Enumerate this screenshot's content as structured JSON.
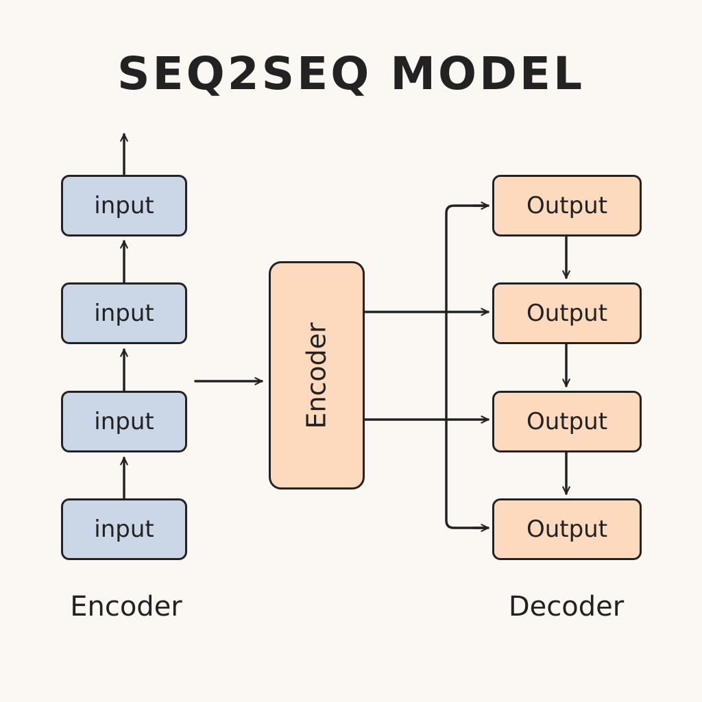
{
  "title": "SEQ2SEQ MODEL",
  "encoder_column": {
    "label": "Encoder",
    "boxes": [
      "input",
      "input",
      "input",
      "input"
    ]
  },
  "encoder_block": {
    "label": "Encoder"
  },
  "decoder_column": {
    "label": "Decoder",
    "boxes": [
      "Output",
      "Output",
      "Output",
      "Output"
    ]
  },
  "colors": {
    "background": "#fbf8f3",
    "input_fill": "#cbd7e6",
    "output_fill": "#fdd9bd",
    "stroke": "#222222"
  }
}
